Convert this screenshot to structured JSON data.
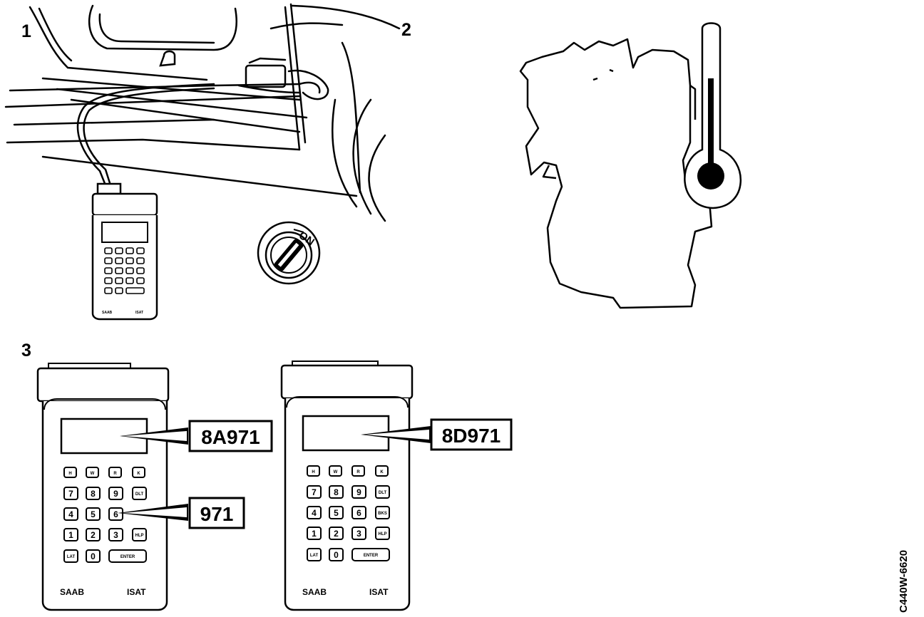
{
  "steps": {
    "step1": "1",
    "step2": "2",
    "step3": "3"
  },
  "ignition_switch": {
    "position_label": "ON"
  },
  "tester": {
    "brand_left": "SAAB",
    "brand_right": "ISAT",
    "keys_top_row": [
      "H",
      "W",
      "R",
      "K"
    ],
    "keys_row2": [
      "7",
      "8",
      "9",
      "DLT"
    ],
    "keys_row3": [
      "4",
      "5",
      "6",
      "BKS"
    ],
    "keys_row4": [
      "1",
      "2",
      "3",
      "HLP"
    ],
    "keys_row5": [
      "LAT",
      "0",
      "ENTER"
    ]
  },
  "callouts": {
    "display_left": "8A971",
    "key_code": "971",
    "display_right": "8D971"
  },
  "figure_id": "C440W-6620"
}
